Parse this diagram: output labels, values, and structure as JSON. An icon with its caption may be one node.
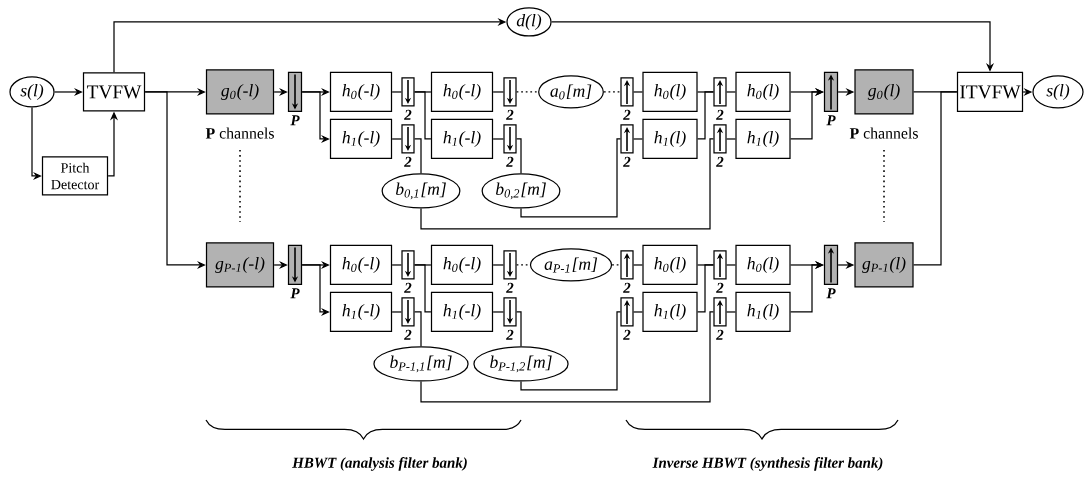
{
  "diagram": {
    "nodes": [
      {
        "text": [
          "s(l)"
        ]
      },
      {
        "text": [
          "TVFW"
        ]
      },
      {
        "text": [
          "Pitch Detector"
        ]
      },
      {
        "text": [
          "d(l)"
        ]
      },
      {
        "text": [
          "ITVFW"
        ]
      },
      {
        "text": [
          "s(l)"
        ]
      },
      {
        "text": [
          "g$_{0}$(-l)"
        ],
        "beside": [
          "**P** channels"
        ]
      },
      {
        "text": [],
        "shape": "box",
        "beside": [
          "P"
        ]
      },
      {
        "text": [
          "h$_{0}$(-l)"
        ]
      },
      {
        "text": [
          "h$_{1}$(-l)"
        ]
      },
      {
        "text": [],
        "shape": "box",
        "beside": [
          "2"
        ]
      },
      {
        "text": [],
        "shape": "box",
        "beside": [
          "2"
        ]
      },
      {
        "text": [
          "h$_{0}$(-l)"
        ]
      },
      {
        "text": [
          "h$_{1}$(-l)"
        ]
      },
      {
        "text": [],
        "shape": "box",
        "beside": [
          "2"
        ]
      },
      {
        "text": [],
        "shape": "box",
        "beside": [
          "2"
        ]
      },
      {
        "text": [
          "a$_{0}$[m]"
        ]
      },
      {
        "text": [
          "b$_{0,1}$[m]"
        ]
      },
      {
        "text": [
          "b$_{0,2}$[m]"
        ]
      },
      {
        "text": [],
        "shape": "box",
        "beside": [
          "2"
        ]
      },
      {
        "text": [],
        "shape": "box",
        "beside": [
          "2"
        ]
      },
      {
        "text": [
          "h$_{0}$(l)"
        ]
      },
      {
        "text": [
          "h$_{1}$(l)"
        ]
      },
      {
        "text": [],
        "shape": "box",
        "beside": [
          "2"
        ]
      },
      {
        "text": [],
        "shape": "box",
        "beside": [
          "2"
        ]
      },
      {
        "text": [
          "h$_{0}$(l)"
        ]
      },
      {
        "text": [
          "h$_{1}$(l)"
        ]
      },
      {
        "text": [],
        "shape": "box",
        "beside": [
          "P"
        ]
      },
      {
        "text": [
          "g$_{0}$(l)"
        ],
        "beside": [
          "**P** channels"
        ]
      },
      {
        "text": [
          "g$_{P-1}$(-l)"
        ]
      },
      {
        "text": [],
        "shape": "box",
        "beside": [
          "P"
        ]
      },
      {
        "text": [
          "h$_{0}$(-l)"
        ]
      },
      {
        "text": [
          "h$_{1}$(-l)"
        ]
      },
      {
        "text": [],
        "shape": "box",
        "beside": [
          "2"
        ]
      },
      {
        "text": [],
        "shape": "box",
        "beside": [
          "2"
        ]
      },
      {
        "text": [
          "h$_{0}$(-l)"
        ]
      },
      {
        "text": [
          "h$_{1}$(-l)"
        ]
      },
      {
        "text": [],
        "shape": "box",
        "beside": [
          "2"
        ]
      },
      {
        "text": [],
        "shape": "box",
        "beside": [
          "2"
        ]
      },
      {
        "text": [
          "a$_{P-1}$[m]"
        ]
      },
      {
        "text": [
          "b$_{P-1,1}$[m]"
        ]
      },
      {
        "text": [
          "b$_{P-1,2}$[m]"
        ]
      },
      {
        "text": [],
        "shape": "box",
        "beside": [
          "2"
        ]
      },
      {
        "text": [],
        "shape": "box",
        "beside": [
          "2"
        ]
      },
      {
        "text": [
          "h$_{0}$(l)"
        ]
      },
      {
        "text": [
          "h$_{1}$(l)"
        ]
      },
      {
        "text": [],
        "shape": "box",
        "beside": [
          "2"
        ]
      },
      {
        "text": [],
        "shape": "box",
        "beside": [
          "2"
        ]
      },
      {
        "text": [
          "h$_{0}$(l)"
        ]
      },
      {
        "text": [
          "h$_{1}$(l)"
        ]
      },
      {
        "text": [],
        "shape": "box",
        "beside": [
          "P"
        ]
      },
      {
        "text": [
          "g$_{P-1}$(l)"
        ]
      }
    ],
    "edges": [
      {
        "from": 0,
        "to": 1,
        "arrow": "to"
      },
      {
        "from": 0,
        "to": 2,
        "arrow": "to"
      },
      {
        "from": 2,
        "to": 1,
        "arrow": "to"
      },
      {
        "from": 1,
        "to": 3,
        "arrow": "to"
      },
      {
        "from": 3,
        "to": 4,
        "arrow": "to"
      },
      {
        "from": 4,
        "to": 5,
        "arrow": "to"
      },
      {
        "from": 1,
        "to": 6,
        "arrow": "to"
      },
      {
        "from": 6,
        "to": 7,
        "arrow": "to"
      },
      {
        "from": 7,
        "to": 8,
        "arrow": "to"
      },
      {
        "from": 7,
        "to": 9,
        "arrow": "to"
      },
      {
        "from": 8,
        "to": 10,
        "arrow": "none"
      },
      {
        "from": 9,
        "to": 11,
        "arrow": "none"
      },
      {
        "from": 10,
        "to": 12,
        "arrow": "none"
      },
      {
        "from": 10,
        "to": 13,
        "arrow": "none"
      },
      {
        "from": 11,
        "to": 17,
        "arrow": "none"
      },
      {
        "from": 12,
        "to": 14,
        "arrow": "none"
      },
      {
        "from": 13,
        "to": 15,
        "arrow": "none"
      },
      {
        "from": 14,
        "to": 16,
        "arrow": "none",
        "style": "dashed"
      },
      {
        "from": 16,
        "to": 19,
        "arrow": "none",
        "style": "dashed"
      },
      {
        "from": 15,
        "to": 18,
        "arrow": "none"
      },
      {
        "from": 18,
        "to": 20,
        "arrow": "none"
      },
      {
        "from": 17,
        "to": 24,
        "arrow": "none"
      },
      {
        "from": 19,
        "to": 21,
        "arrow": "none"
      },
      {
        "from": 20,
        "to": 22,
        "arrow": "none"
      },
      {
        "from": 21,
        "to": 23,
        "arrow": "none"
      },
      {
        "from": 22,
        "to": 23,
        "arrow": "none"
      },
      {
        "from": 23,
        "to": 25,
        "arrow": "none"
      },
      {
        "from": 24,
        "to": 26,
        "arrow": "none"
      },
      {
        "from": 25,
        "to": 27,
        "arrow": "to"
      },
      {
        "from": 26,
        "to": 27,
        "arrow": "to"
      },
      {
        "from": 27,
        "to": 28,
        "arrow": "to"
      },
      {
        "from": 28,
        "to": 4,
        "arrow": "none"
      },
      {
        "from": 1,
        "to": 29,
        "arrow": "to"
      },
      {
        "from": 29,
        "to": 30,
        "arrow": "to"
      },
      {
        "from": 30,
        "to": 31,
        "arrow": "to"
      },
      {
        "from": 30,
        "to": 32,
        "arrow": "to"
      },
      {
        "from": 31,
        "to": 33,
        "arrow": "none"
      },
      {
        "from": 32,
        "to": 34,
        "arrow": "none"
      },
      {
        "from": 33,
        "to": 35,
        "arrow": "none"
      },
      {
        "from": 33,
        "to": 36,
        "arrow": "none"
      },
      {
        "from": 34,
        "to": 40,
        "arrow": "none"
      },
      {
        "from": 35,
        "to": 37,
        "arrow": "none"
      },
      {
        "from": 36,
        "to": 38,
        "arrow": "none"
      },
      {
        "from": 37,
        "to": 39,
        "arrow": "none",
        "style": "dashed"
      },
      {
        "from": 39,
        "to": 42,
        "arrow": "none",
        "style": "dashed"
      },
      {
        "from": 38,
        "to": 41,
        "arrow": "none"
      },
      {
        "from": 41,
        "to": 43,
        "arrow": "none"
      },
      {
        "from": 40,
        "to": 47,
        "arrow": "none"
      },
      {
        "from": 42,
        "to": 44,
        "arrow": "none"
      },
      {
        "from": 43,
        "to": 45,
        "arrow": "none"
      },
      {
        "from": 44,
        "to": 46,
        "arrow": "none"
      },
      {
        "from": 45,
        "to": 46,
        "arrow": "none"
      },
      {
        "from": 46,
        "to": 48,
        "arrow": "none"
      },
      {
        "from": 47,
        "to": 49,
        "arrow": "none"
      },
      {
        "from": 48,
        "to": 50,
        "arrow": "to"
      },
      {
        "from": 49,
        "to": 50,
        "arrow": "to"
      },
      {
        "from": 50,
        "to": 51,
        "arrow": "to"
      },
      {
        "from": 51,
        "to": 4,
        "arrow": "none"
      }
    ],
    "labels": [
      "HBWT (analysis filter bank)",
      "Inverse HBWT (synthesis filter bank)"
    ]
  }
}
